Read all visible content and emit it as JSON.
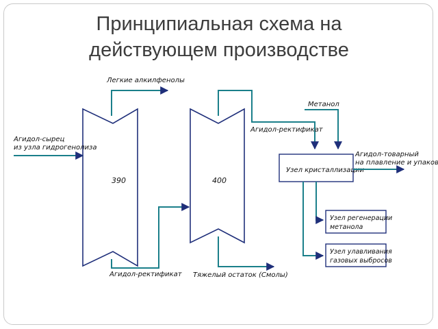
{
  "title": {
    "line1": "Принципиальная схема на",
    "line2": "действующем производстве"
  },
  "diagram": {
    "column_390": "390",
    "column_400": "400",
    "input_line1": "Агидол-сырец",
    "input_line2": "из узла гидрогенолиза",
    "light_alkylphenols": "Легкие алкилфенолы",
    "rectificate_bottom": "Агидол-ректификат",
    "heavy_residue": "Тяжелый остаток (Смолы)",
    "rectificate_top": "Агидол-ректификат",
    "methanol": "Метанол",
    "crystallization_unit": "Узел кристаллизации",
    "product_line1": "Агидол-товарный",
    "product_line2": "на плавление и упаковку",
    "regeneration_line1": "Узел регенерации",
    "regeneration_line2": "метанола",
    "capture_line1": "Узел улавливания",
    "capture_line2": "газовых выбросов"
  },
  "colors": {
    "flow_line": "#1a7f8a",
    "vessel_outline": "#1f2f7a",
    "title_text": "#3c3c3c"
  }
}
